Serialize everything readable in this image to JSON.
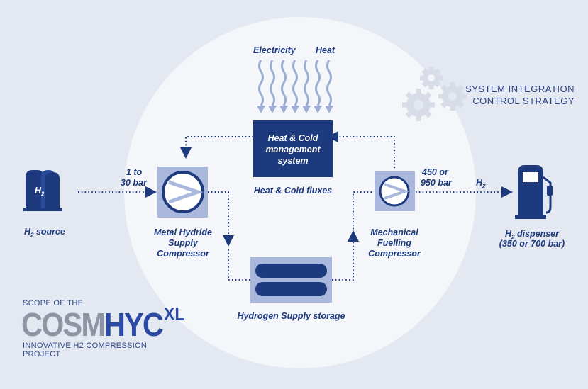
{
  "labels": {
    "electricity": "Electricity",
    "heat": "Heat",
    "system_integration": "SYSTEM INTEGRATION",
    "control_strategy": "CONTROL STRATEGY",
    "hc_box_line1": "Heat & Cold",
    "hc_box_line2": "management",
    "hc_box_line3": "system",
    "hc_fluxes": "Heat & Cold fluxes",
    "pressure_in_1": "1 to",
    "pressure_in_2": "30 bar",
    "pressure_out_1": "450 or",
    "pressure_out_2": "950 bar",
    "h2_flow": "H",
    "h2_flow_sub": "2",
    "h2_tank_symbol": "H",
    "h2_tank_sub": "2",
    "source_h": "H",
    "source_sub": "2",
    "source_rest": " source",
    "mh_line1": "Metal Hydride",
    "mh_line2": "Supply",
    "mh_line3": "Compressor",
    "mf_line1": "Mechanical",
    "mf_line2": "Fuelling",
    "mf_line3": "Compressor",
    "disp_h": "H",
    "disp_sub": "2",
    "disp_rest": " dispenser",
    "disp_line2": "(350 or 700 bar)",
    "storage": "Hydrogen Supply storage"
  },
  "logo": {
    "scope": "SCOPE OF THE",
    "name_a": "COSM",
    "name_b": "HYC",
    "name_c": "XL",
    "tagline1": "INNOVATIVE H2 COMPRESSION",
    "tagline2": "PROJECT"
  },
  "colors": {
    "background": "#e4e8f1",
    "circle": "#f4f6fa",
    "navy": "#1d3a7e",
    "panel": "#a9b8dc",
    "gear": "#d7dce6",
    "wave": "#9dadd3"
  }
}
